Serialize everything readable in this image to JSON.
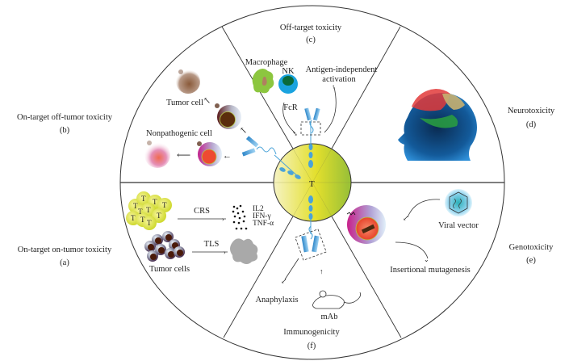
{
  "figure": {
    "center_label": "T",
    "sections": {
      "a": {
        "title": "On-target on-tumor toxicity",
        "letter": "(a)"
      },
      "b": {
        "title": "On-target off-tumor toxicity",
        "letter": "(b)"
      },
      "c": {
        "title": "Off-target toxicity",
        "letter": "(c)"
      },
      "d": {
        "title": "Neurotoxicity",
        "letter": "(d)"
      },
      "e": {
        "title": "Genotoxicity",
        "letter": "(e)"
      },
      "f": {
        "title": "Immunogenicity",
        "letter": "(f)"
      }
    },
    "labels": {
      "tumor_cell": "Tumor cell",
      "nonpathogenic_cell": "Nonpathogenic cell",
      "macrophage": "Macrophage",
      "nk": "NK",
      "antigen_independent_1": "Antigen-independent",
      "antigen_independent_2": "activation",
      "fcr": "FcR",
      "crs": "CRS",
      "il2": "IL2",
      "ifn": "IFN-γ",
      "tnf": "TNF-α",
      "tls": "TLS",
      "tumor_cells": "Tumor cells",
      "anaphylaxis": "Anaphylaxis",
      "mab": "mAb",
      "viral_vector": "Viral vector",
      "insertional_mutagenesis": "Insertional mutagenesis",
      "t_cell_glyph": "T"
    },
    "colors": {
      "inner_left": "#f5f2b8",
      "inner_mid": "#e6e23a",
      "inner_right": "#9cc13a",
      "receptor": "#4aa3d8",
      "macrophage": "#8cc63f",
      "nk": "#1aa3df",
      "tumor_brown": "#5a2d0c",
      "magenta": "#c2208b",
      "red_nucleus": "#ee4a32",
      "cloud": "#a9a9a9"
    }
  }
}
